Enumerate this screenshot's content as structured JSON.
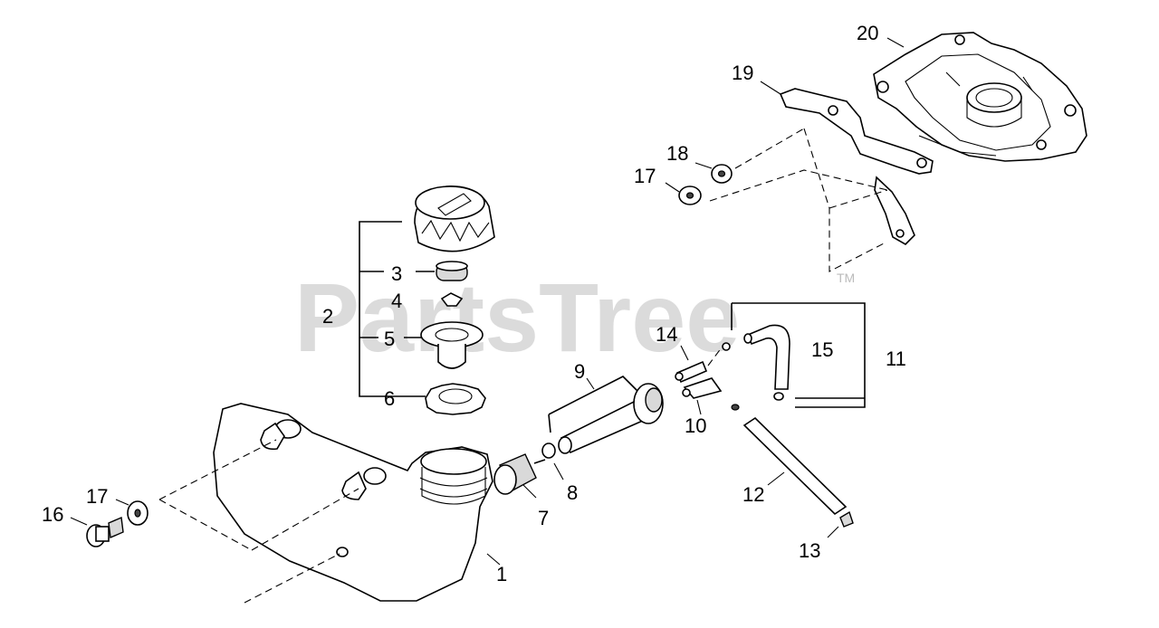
{
  "watermark": {
    "text": "PartsTree",
    "trademark": "TM"
  },
  "callouts": {
    "c1": "1",
    "c2": "2",
    "c3": "3",
    "c4": "4",
    "c5": "5",
    "c6": "6",
    "c7": "7",
    "c8": "8",
    "c9": "9",
    "c10": "10",
    "c11": "11",
    "c12": "12",
    "c13": "13",
    "c14": "14",
    "c15": "15",
    "c16": "16",
    "c17a": "17",
    "c17b": "17",
    "c18": "18",
    "c19": "19",
    "c20": "20"
  }
}
